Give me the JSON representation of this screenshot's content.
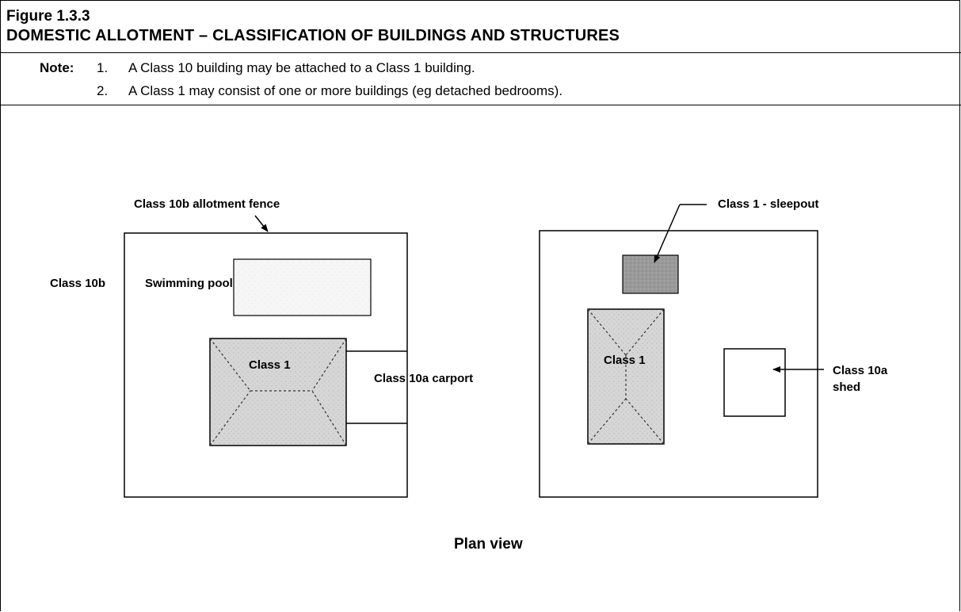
{
  "figure": {
    "label": "Figure 1.3.3",
    "title": "DOMESTIC ALLOTMENT – CLASSIFICATION OF BUILDINGS AND STRUCTURES"
  },
  "note": {
    "label": "Note:",
    "items": [
      {
        "num": "1.",
        "text": "A Class 10 building may be attached to a Class 1 building."
      },
      {
        "num": "2.",
        "text": "A Class 1 may consist of one or more buildings (eg detached bedrooms)."
      }
    ]
  },
  "diagram": {
    "left": {
      "fence_label": "Class 10b allotment fence",
      "pool_class_label": "Class 10b",
      "pool_label": "Swimming pool",
      "house_label": "Class 1",
      "carport_label": "Class 10a carport"
    },
    "right": {
      "sleepout_label": "Class 1 - sleepout",
      "house_label": "Class 1",
      "shed_label_line1": "Class 10a",
      "shed_label_line2": "shed"
    },
    "caption": "Plan view",
    "colors": {
      "roof_fill": "#d6d6d6",
      "sleepout_fill": "#9a9a9a",
      "pool_fill": "#f6f6f6",
      "line": "#000000"
    }
  }
}
